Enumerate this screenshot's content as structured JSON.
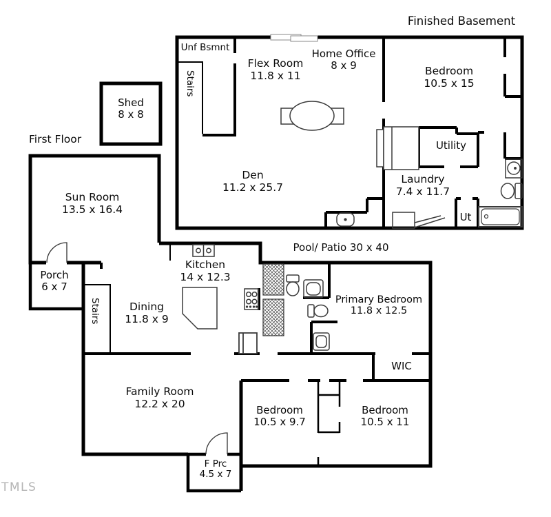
{
  "floor_plan": {
    "watermark": "TMLS",
    "sections": {
      "basement": {
        "title": "Finished Basement"
      },
      "first_floor": {
        "title": "First Floor"
      }
    },
    "outdoor": {
      "pool_patio": "Pool/ Patio 30 x 40"
    },
    "rooms": {
      "unf_bsmnt": {
        "name": "Unf Bsmnt"
      },
      "stairs_basement": {
        "name": "Stairs"
      },
      "flex_room": {
        "name": "Flex Room",
        "dims": "11.8 x 11"
      },
      "home_office": {
        "name": "Home Office",
        "dims": "8 x 9"
      },
      "bedroom_basement": {
        "name": "Bedroom",
        "dims": "10.5 x 15"
      },
      "utility": {
        "name": "Utility"
      },
      "laundry": {
        "name": "Laundry",
        "dims": "7.4 x 11.7"
      },
      "ut_closet": {
        "name": "Ut"
      },
      "den": {
        "name": "Den",
        "dims": "11.2 x 25.7"
      },
      "shed": {
        "name": "Shed",
        "dims": "8 x 8"
      },
      "sun_room": {
        "name": "Sun Room",
        "dims": "13.5 x 16.4"
      },
      "porch": {
        "name": "Porch",
        "dims": "6 x 7"
      },
      "stairs_first_floor": {
        "name": "Stairs"
      },
      "dining": {
        "name": "Dining",
        "dims": "11.8 x 9"
      },
      "kitchen": {
        "name": "Kitchen",
        "dims": "14 x 12.3"
      },
      "primary_bedroom": {
        "name": "Primary Bedroom",
        "dims": "11.8 x 12.5"
      },
      "wic": {
        "name": "WIC"
      },
      "family_room": {
        "name": "Family Room",
        "dims": "12.2 x 20"
      },
      "bedroom_rear": {
        "name": "Bedroom",
        "dims": "10.5 x 9.7"
      },
      "bedroom_right": {
        "name": "Bedroom",
        "dims": "10.5 x 11"
      },
      "front_porch": {
        "name": "F Prc",
        "dims": "4.5 x 7"
      }
    },
    "colors": {
      "wall": "#000000",
      "fixture": "#3a3a3a",
      "watermark": "#b5b5b5"
    }
  }
}
